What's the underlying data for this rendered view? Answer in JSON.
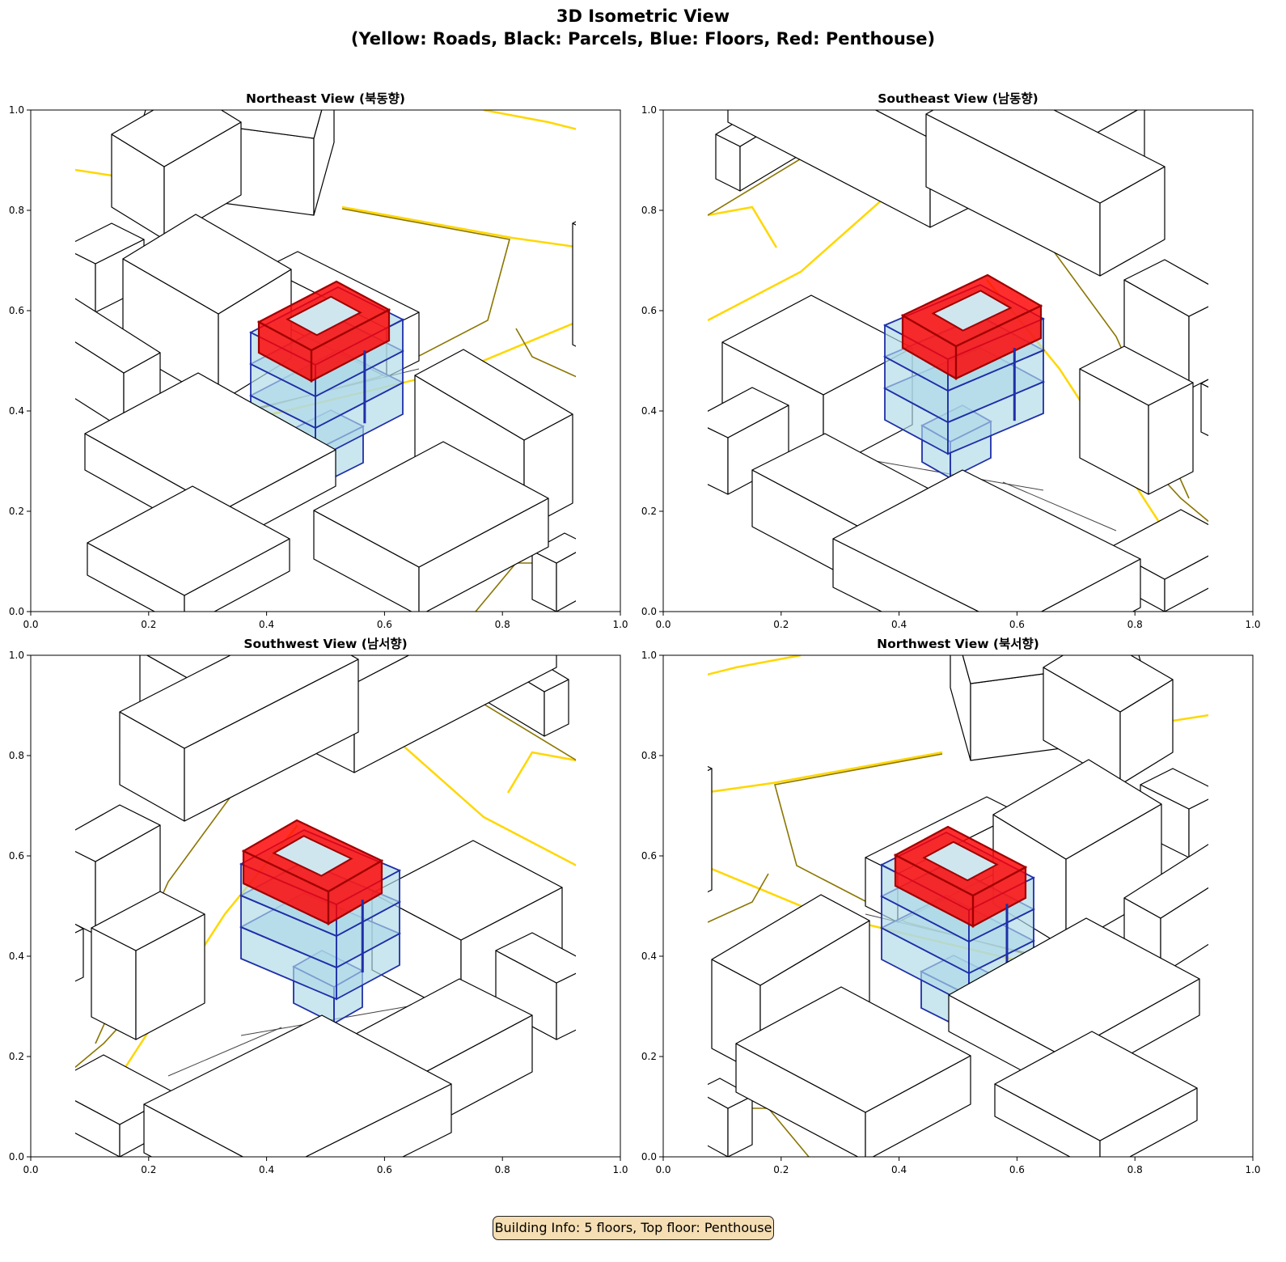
{
  "figure": {
    "title_line1": "3D Isometric View",
    "title_line2": "(Yellow: Roads, Black: Parcels, Blue: Floors, Red: Penthouse)"
  },
  "panels": [
    {
      "title": "Northeast View (북동향)"
    },
    {
      "title": "Southeast View (남동향)"
    },
    {
      "title": "Southwest View (남서향)"
    },
    {
      "title": "Northwest View (북서향)"
    }
  ],
  "axes": {
    "xticks": [
      "0.0",
      "0.2",
      "0.4",
      "0.6",
      "0.8",
      "1.0"
    ],
    "yticks": [
      "0.0",
      "0.2",
      "0.4",
      "0.6",
      "0.8",
      "1.0"
    ],
    "xlim": [
      0,
      1
    ],
    "ylim": [
      0,
      1
    ]
  },
  "footer": {
    "text": "Building Info: 5 floors, Top floor: Penthouse"
  },
  "colors": {
    "road": "#ffd700",
    "road_edge": "#8b7500",
    "parcel": "#000000",
    "floor_fill": "#add8e6",
    "floor_edge": "#1f2fa8",
    "penthouse": "#ff0000",
    "penthouse_edge": "#a00000",
    "footer_bg": "#f5deb3"
  }
}
